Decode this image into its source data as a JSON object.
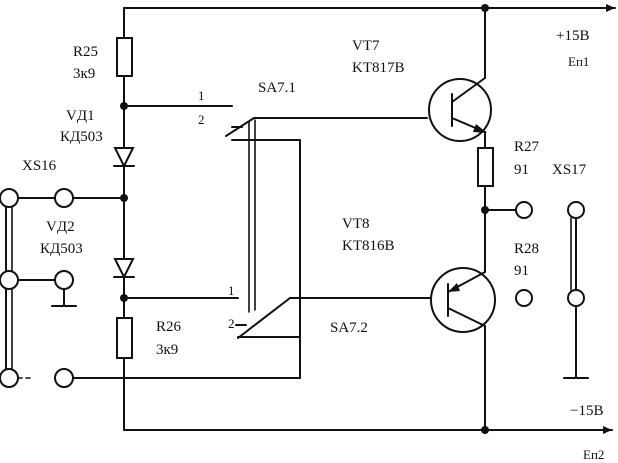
{
  "labels": {
    "r25_name": "R25",
    "r25_value": "3к9",
    "vd1_name": "VД1",
    "vd1_type": "КД503",
    "xs16": "XS16",
    "vd2_name": "VД2",
    "vd2_type": "КД503",
    "r26_name": "R26",
    "r26_value": "3к9",
    "sa71": "SA7.1",
    "sa72": "SA7.2",
    "sw1_top": "1",
    "sw2_top": "2",
    "sw1_bot": "1",
    "sw2_bot": "2",
    "vt7_name": "VT7",
    "vt7_type": "KT817B",
    "vt8_name": "VT8",
    "vt8_type": "KT816B",
    "plus15": "+15B",
    "ep1": "Еп1",
    "r27_name": "R27",
    "r27_value": "91",
    "xs17": "XS17",
    "r28_name": "R28",
    "r28_value": "91",
    "minus15": "−15B",
    "ep2": "Еп2"
  }
}
